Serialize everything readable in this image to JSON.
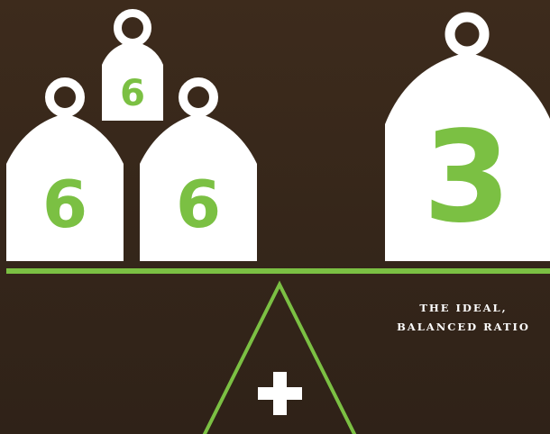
{
  "colors": {
    "background": "#3a2a1d",
    "weight_fill": "#ffffff",
    "number_fill": "#7bc043",
    "beam": "#7bc043",
    "fulcrum_stroke": "#7bc043",
    "plus": "#ffffff"
  },
  "weights": {
    "small_top": {
      "label": "6"
    },
    "left": {
      "label": "6"
    },
    "middle": {
      "label": "6"
    },
    "right_large": {
      "label": "3"
    }
  },
  "fulcrum": {
    "symbol": "+"
  },
  "caption": {
    "line1": "THE IDEAL,",
    "line2": "BALANCED RATIO"
  }
}
